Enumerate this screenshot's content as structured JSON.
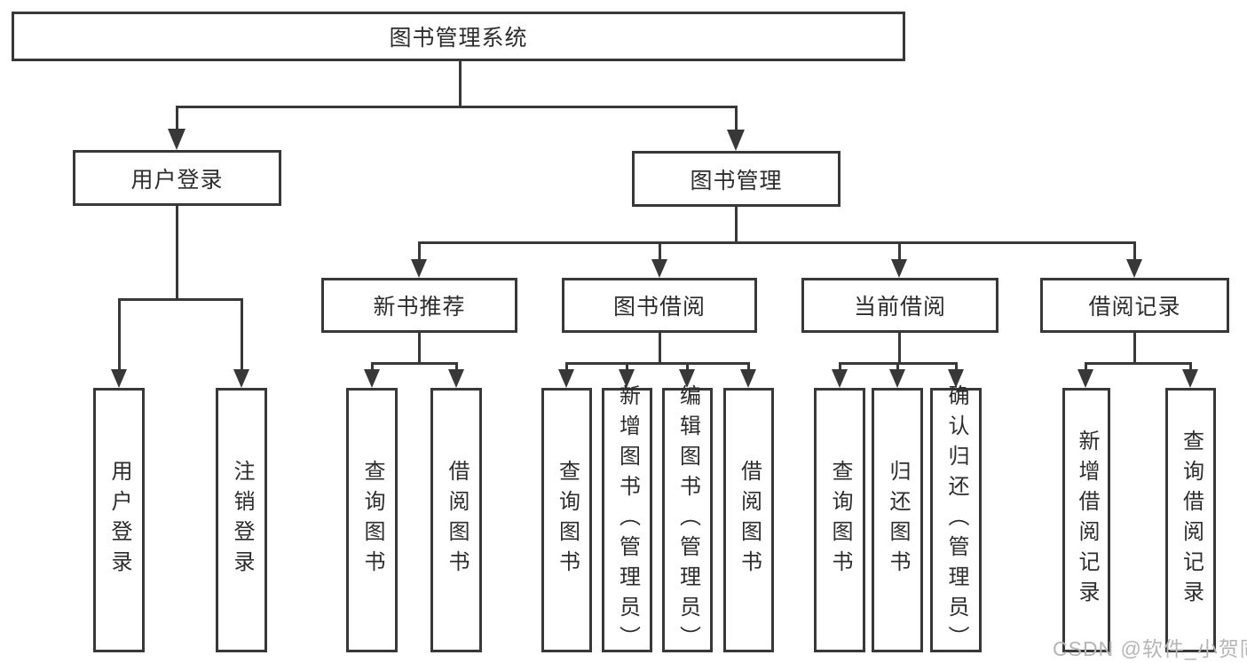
{
  "tree": {
    "label": "图书管理系统",
    "children": [
      {
        "label": "用户登录",
        "children": [
          {
            "label": "用户登录"
          },
          {
            "label": "注销登录"
          }
        ]
      },
      {
        "label": "图书管理",
        "children": [
          {
            "label": "新书推荐",
            "children": [
              {
                "label": "查询图书"
              },
              {
                "label": "借阅图书"
              }
            ]
          },
          {
            "label": "图书借阅",
            "children": [
              {
                "label": "查询图书"
              },
              {
                "label": "新增图书（管理员）"
              },
              {
                "label": "编辑图书（管理员）"
              },
              {
                "label": "借阅图书"
              }
            ]
          },
          {
            "label": "当前借阅",
            "children": [
              {
                "label": "查询图书"
              },
              {
                "label": "归还图书"
              },
              {
                "label": "确认归还（管理员）"
              }
            ]
          },
          {
            "label": "借阅记录",
            "children": [
              {
                "label": "新增借阅记录"
              },
              {
                "label": "查询借阅记录"
              }
            ]
          }
        ]
      }
    ]
  },
  "colors": {
    "line": "#383838",
    "text": "#2d2d2d",
    "watermark": "#b5b5b5",
    "background": "#ffffff"
  },
  "watermark": "CSDN @软件_小贺同学"
}
